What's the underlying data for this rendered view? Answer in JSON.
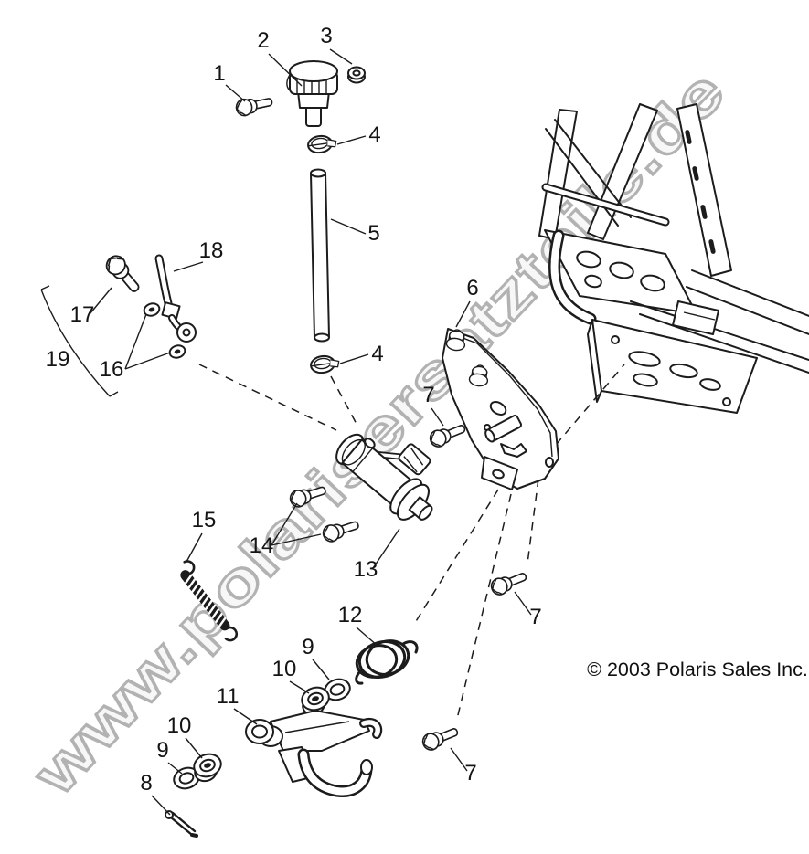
{
  "diagram": {
    "kind": "exploded-parts-diagram",
    "watermark": "www.polarisersatzteile.de",
    "copyright": "© 2003 Polaris Sales Inc.",
    "ink_color": "#1c1c1c",
    "watermark_color": "#b2b2b2",
    "background_color": "#ffffff"
  },
  "callouts": [
    {
      "label": "1"
    },
    {
      "label": "2"
    },
    {
      "label": "3"
    },
    {
      "label": "4"
    },
    {
      "label": "5"
    },
    {
      "label": "4"
    },
    {
      "label": "6"
    },
    {
      "label": "7"
    },
    {
      "label": "7"
    },
    {
      "label": "7"
    },
    {
      "label": "8"
    },
    {
      "label": "9"
    },
    {
      "label": "9"
    },
    {
      "label": "10"
    },
    {
      "label": "10"
    },
    {
      "label": "11"
    },
    {
      "label": "12"
    },
    {
      "label": "13"
    },
    {
      "label": "14"
    },
    {
      "label": "15"
    },
    {
      "label": "16"
    },
    {
      "label": "17"
    },
    {
      "label": "18"
    },
    {
      "label": "19"
    }
  ]
}
